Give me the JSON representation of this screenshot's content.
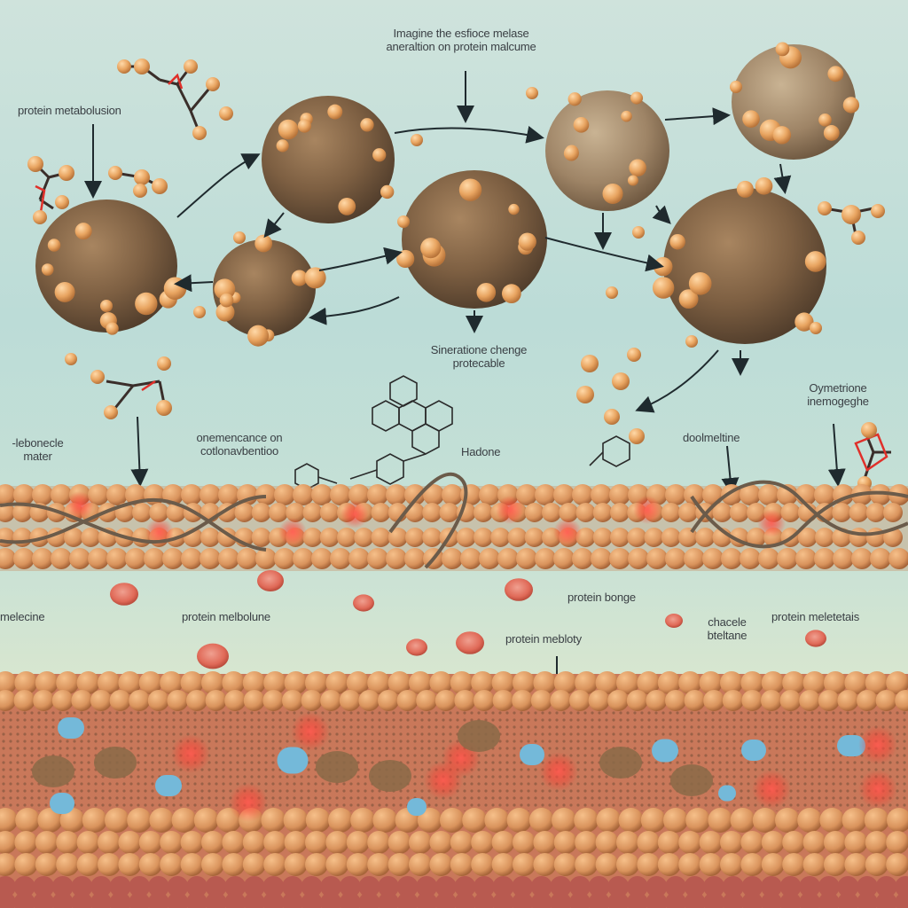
{
  "palette": {
    "background_top": "#cfe3dc",
    "background_bottom": "#e8cdb8",
    "protein_body": "#8a6a48",
    "bead": "#e8a460",
    "membrane": "#d9935c",
    "accent_red": "#e0302a",
    "accent_blue": "#74b9d9"
  },
  "labels": {
    "title_line1": "Imagine the esfioce melase",
    "title_line2": "aneraltion on protein malcume",
    "protein_metabolism_top": "protein metabolusion",
    "center_line1": "Sineratione chenge",
    "center_line2": "protecable",
    "left_membrane_line1": "-lebonecle",
    "left_membrane_line2": "mater",
    "chem_line1": "onemencance on",
    "chem_line2": "cotlonavbentioo",
    "hadone": "Hadone",
    "doolmeltine": "doolmeltine",
    "right_line1": "Oymetrione",
    "right_line2": "inemogeghe",
    "melecine": "melecine",
    "protein_melbolune": "protein melbolune",
    "protein_bonge": "protein bonge",
    "chacele_line1": "chacele",
    "chacele_line2": "bteltane",
    "protein_meletetais": "protein meletetais",
    "protein_mebloty": "protein mebloty"
  },
  "icons": {
    "protein_cluster": "protein-aggregate-icon",
    "molecule": "ball-stick-molecule-icon",
    "ring_structure": "chemical-ring-icon",
    "helix": "dna-helix-icon",
    "arrow": "flow-arrow-icon"
  }
}
